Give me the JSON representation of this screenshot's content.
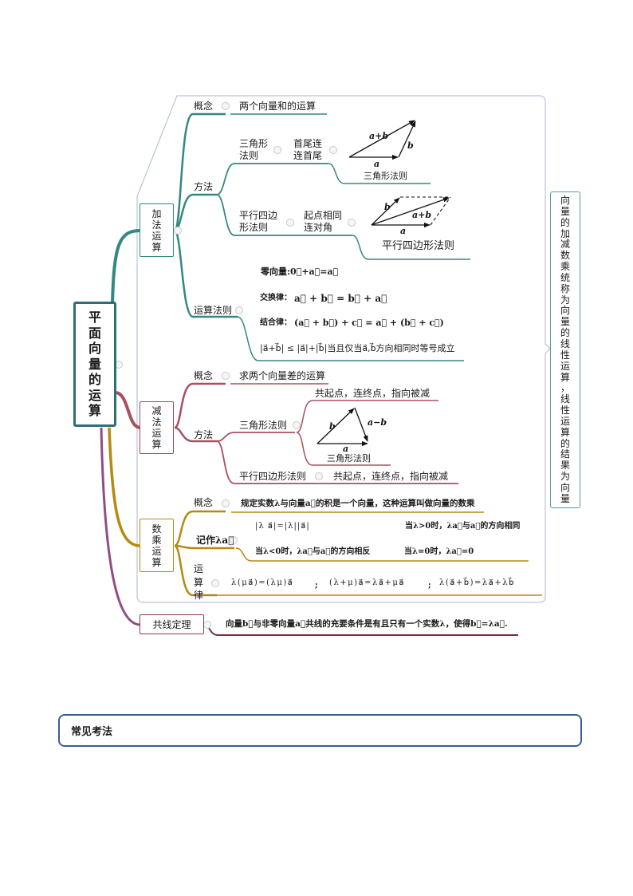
{
  "colors": {
    "addition": "#33887f",
    "subtraction": "#a8505f",
    "subtraction_box": "#9b4a5a",
    "scalar": "#b48a10",
    "collinear": "#8f4d86",
    "collinear_box": "#8d3c4c",
    "collinear_line": "#7a2e3e",
    "root_border": "#2d6f78",
    "frame": "#b9c5d8",
    "note_border": "#5a9e8f",
    "section_border": "#3a5f8f"
  },
  "root": {
    "title": "平面向量的运算"
  },
  "note": {
    "text": "向量的加减数乘统称为向量的线性运算，线性运算的结果为向量"
  },
  "addition": {
    "label": "加法运算",
    "concept": {
      "label": "概念",
      "text": "两个向量和的运算"
    },
    "method": {
      "label": "方法",
      "triangle": {
        "name_lines": [
          "三角形",
          "法则"
        ],
        "rule_lines": [
          "首尾连",
          "连首尾"
        ],
        "figure": {
          "sum": "a+b",
          "b": "b",
          "a": "a"
        },
        "caption": "三角形法则"
      },
      "parallelogram": {
        "name_lines": [
          "平行四边",
          "形法则"
        ],
        "rule_lines": [
          "起点相同",
          "连对角"
        ],
        "figure": {
          "b": "b",
          "sum": "a+b",
          "a": "a"
        },
        "caption": "平行四边形法则"
      }
    },
    "rules": {
      "label": "运算法则",
      "zero_vector": "零向量:0⃗+a⃗=a⃗",
      "commutative_label": "交换律：",
      "commutative": "a⃗ + b⃗ = b⃗ + a⃗",
      "associative_label": "结合律：",
      "associative": "(a⃗ + b⃗) + c⃗ = a⃗ + (b⃗ + c⃗)",
      "inequality": "|a⃗+b⃗| ≤ |a⃗|+|b⃗|",
      "inequality_condition": "当且仅当a⃗,b⃗方向相同时等号成立"
    }
  },
  "subtraction": {
    "label": "减法运算",
    "concept": {
      "label": "概念",
      "text": "求两个向量差的运算"
    },
    "method": {
      "label": "方法",
      "triangle": {
        "name": "三角形法则",
        "rule": "共起点，连终点，指向被减",
        "figure": {
          "b": "b",
          "diff": "a−b",
          "a": "a"
        },
        "caption": "三角形法则"
      },
      "parallelogram": {
        "name": "平行四边形法则",
        "rule": "共起点，连终点，指向被减"
      }
    }
  },
  "scalar": {
    "label": "数乘运算",
    "concept": {
      "label": "概念",
      "text": "规定实数λ与向量a⃗的积是一个向量，这种运算叫做向量的数乘"
    },
    "notation": {
      "label": "记作λa⃗",
      "magnitude": "|λ a⃗|=|λ||a⃗|",
      "positive": "当λ>0时，λa⃗与a⃗的方向相同",
      "negative": "当λ<0时，λa⃗与a⃗的方向相反",
      "zero": "当λ=0时，λa⃗=0"
    },
    "laws": {
      "label": "运算律",
      "items": [
        "λ(μa⃗)=(λμ)a⃗",
        "(λ+μ)a⃗=λa⃗+μa⃗",
        "λ(a⃗+b⃗)=λa⃗+λb⃗"
      ],
      "separator": ";"
    }
  },
  "collinear": {
    "label": "共线定理",
    "text": "向量b⃗与非零向量a⃗共线的充要条件是有且只有一个实数λ，使得b⃗=λa⃗."
  },
  "section": {
    "title": "常见考法"
  }
}
